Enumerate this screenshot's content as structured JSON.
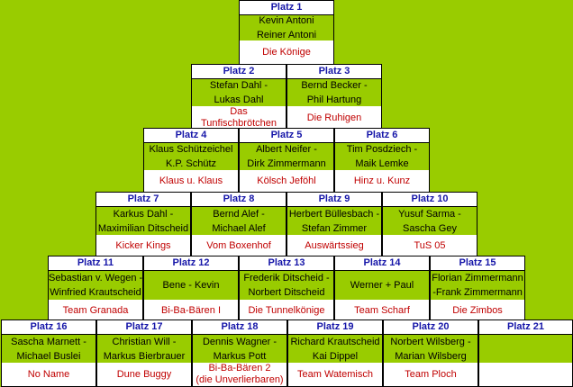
{
  "rows": [
    [
      {
        "place": "Platz 1",
        "names": [
          "Kevin Antoni",
          "Reiner Antoni"
        ],
        "team": [
          "Die Könige"
        ]
      }
    ],
    [
      {
        "place": "Platz 2",
        "names": [
          "Stefan Dahl -",
          "Lukas Dahl"
        ],
        "team": [
          "Das",
          "Tunfischbrötchen"
        ]
      },
      {
        "place": "Platz 3",
        "names": [
          "Bernd Becker -",
          "Phil Hartung"
        ],
        "team": [
          "Die Ruhigen"
        ]
      }
    ],
    [
      {
        "place": "Platz 4",
        "names": [
          "Klaus Schützeichel",
          "K.P. Schütz"
        ],
        "team": [
          "Klaus u. Klaus"
        ]
      },
      {
        "place": "Platz 5",
        "names": [
          "Albert Neifer -",
          "Dirk Zimmermann"
        ],
        "team": [
          "Kölsch Jeföhl"
        ]
      },
      {
        "place": "Platz 6",
        "names": [
          "Tim Posdziech -",
          "Maik Lemke"
        ],
        "team": [
          "Hinz u. Kunz"
        ]
      }
    ],
    [
      {
        "place": "Platz 7",
        "names": [
          "Karkus Dahl -",
          "Maximilian Ditscheid"
        ],
        "team": [
          "Kicker Kings"
        ]
      },
      {
        "place": "Platz 8",
        "names": [
          "Bernd Alef -",
          "Michael Alef"
        ],
        "team": [
          "Vom Boxenhof"
        ]
      },
      {
        "place": "Platz 9",
        "names": [
          "Herbert Büllesbach -",
          "Stefan Zimmer"
        ],
        "team": [
          "Auswärtssieg"
        ]
      },
      {
        "place": "Platz 10",
        "names": [
          "Yusuf Sarma -",
          "Sascha Gey"
        ],
        "team": [
          "TuS 05"
        ]
      }
    ],
    [
      {
        "place": "Platz 11",
        "names": [
          "Sebastian v. Wegen -",
          "Winfried Krautscheid"
        ],
        "team": [
          "Team Granada"
        ]
      },
      {
        "place": "Platz 12",
        "names": [
          "Bene  - Kevin"
        ],
        "team": [
          "Bi-Ba-Bären I"
        ]
      },
      {
        "place": "Platz 13",
        "names": [
          "Frederik Ditscheid -",
          "Norbert Ditscheid"
        ],
        "team": [
          "Die Tunnelkönige"
        ]
      },
      {
        "place": "Platz 14",
        "names": [
          "Werner + Paul"
        ],
        "team": [
          "Team Scharf"
        ]
      },
      {
        "place": "Platz 15",
        "names": [
          "Florian Zimmermann",
          "-Frank Zimmermann"
        ],
        "team": [
          "Die Zimbos"
        ]
      }
    ],
    [
      {
        "place": "Platz 16",
        "names": [
          "Sascha Marnett -",
          "Michael Buslei"
        ],
        "team": [
          "No Name"
        ]
      },
      {
        "place": "Platz 17",
        "names": [
          "Christian Will -",
          "Markus Bierbrauer"
        ],
        "team": [
          "Dune Buggy"
        ]
      },
      {
        "place": "Platz 18",
        "names": [
          "Dennis Wagner -",
          "Markus Pott"
        ],
        "team": [
          "Bi-Ba-Bären 2",
          "(die Unverlierbaren)"
        ]
      },
      {
        "place": "Platz 19",
        "names": [
          "Richard Krautscheid",
          "Kai Dippel"
        ],
        "team": [
          "Team Watemisch"
        ]
      },
      {
        "place": "Platz 20",
        "names": [
          "Norbert Wilsberg -",
          "Marian Wilsberg"
        ],
        "team": [
          "Team Ploch"
        ]
      },
      {
        "place": "Platz 21",
        "names": [],
        "team": []
      }
    ]
  ],
  "colors": {
    "background": "#99cc00",
    "header_text": "#1515a8",
    "team_text": "#c00000",
    "cell_white": "#ffffff"
  }
}
